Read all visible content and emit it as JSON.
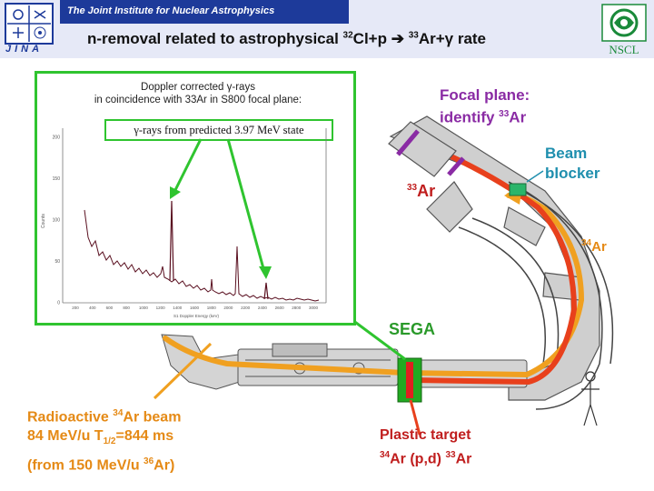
{
  "header": {
    "institute": "The Joint Institute for Nuclear Astrophysics",
    "logo_left": "JINA",
    "logo_right": "NSCL",
    "title": {
      "pre": "n-removal related to astrophysical ",
      "mass1": "32",
      "mid1": "Cl+p ",
      "arrow": "➔",
      "mass2": "33",
      "mid2": "Ar+γ rate"
    }
  },
  "inset": {
    "caption_line1": "Doppler corrected γ-rays",
    "caption_line2": "in coincidence with 33Ar in S800 focal plane:",
    "predicted_label": "γ-rays from predicted 3.97 MeV state",
    "y_axis_label": "Counts",
    "x_axis_label": "S1 Doppler Energy (keV)",
    "y_ticks": [
      "0",
      "50",
      "100",
      "150",
      "200"
    ],
    "x_ticks": [
      "200",
      "400",
      "600",
      "800",
      "1000",
      "1200",
      "1400",
      "1600",
      "1800",
      "2000",
      "2200",
      "2400",
      "2600",
      "2800",
      "3000"
    ]
  },
  "labels": {
    "focal_plane_line1": "Focal plane:",
    "focal_plane_line2_pre": "identify ",
    "focal_plane_mass": "33",
    "focal_plane_elem": "Ar",
    "beam_blocker_line1": "Beam",
    "beam_blocker_line2": "blocker",
    "ar33_mass": "33",
    "ar33_elem": "Ar",
    "ar34_mass": "34",
    "ar34_elem": "Ar",
    "sega": "SEGA",
    "beam_line1_pre": "Radioactive ",
    "beam_line1_mass": "34",
    "beam_line1_post": "Ar beam",
    "beam_line2_pre": "84 MeV/u T",
    "beam_line2_sub": "1/2",
    "beam_line2_post": "=844 ms",
    "beam_line3_pre": "(from 150 MeV/u ",
    "beam_line3_mass": "36",
    "beam_line3_post": "Ar)",
    "target_line1": "Plastic target",
    "target_line2_mass1": "34",
    "target_line2_mid": "Ar (p,d) ",
    "target_line2_mass2": "33",
    "target_line2_elem": "Ar"
  },
  "colors": {
    "green_frame": "#2fc42f",
    "red_path": "#e8401c",
    "orange_path": "#f0a020",
    "label_purple": "#8a2ba4",
    "label_teal": "#1f8fae",
    "label_red": "#c01e1e",
    "label_orange": "#e58a16",
    "header_blue": "#1d3a9a"
  }
}
